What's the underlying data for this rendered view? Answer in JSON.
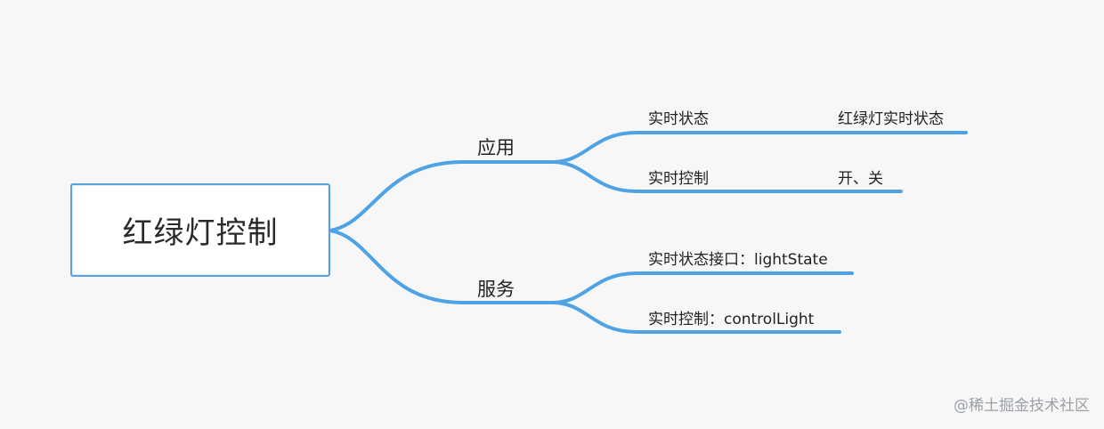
{
  "root": {
    "label": "红绿灯控制"
  },
  "branches": [
    {
      "label": "应用",
      "children": [
        {
          "label": "实时状态",
          "note": "红绿灯实时状态"
        },
        {
          "label": "实时控制",
          "note": "开、关"
        }
      ]
    },
    {
      "label": "服务",
      "children": [
        {
          "label": "实时状态接口：lightState",
          "note": ""
        },
        {
          "label": "实时控制：controlLight",
          "note": ""
        }
      ]
    }
  ],
  "watermark": "@稀土掘金技术社区",
  "colors": {
    "link": "#4ea3e6",
    "root_border": "#5aa1e0",
    "background": "#f7f7f8"
  }
}
